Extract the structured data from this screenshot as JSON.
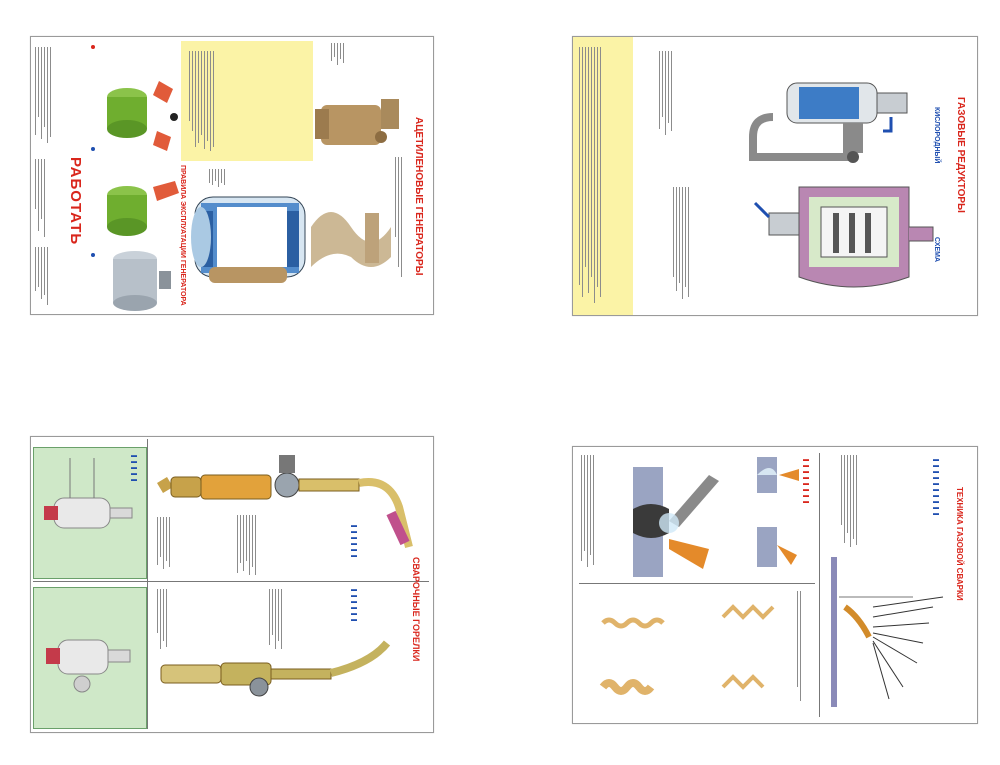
{
  "posters": [
    {
      "id": "acetylene-generator",
      "title": "АЦЕТИЛЕНОВЫЕ ГЕНЕРАТОРЫ",
      "side_title": "РАБОТАТЬ",
      "subtitle": "ПРАВИЛА ЭКСПЛУАТАЦИИ ГЕНЕРАТОРА",
      "colors": {
        "accent_red": "#d9261c",
        "panel_yellow": "#fbf3a6",
        "drum_green": "#6fae2f",
        "tank_blue": "#3d7cc6",
        "bronze": "#b89563"
      }
    },
    {
      "id": "pressure-reducer",
      "title": "ГАЗОВЫЕ РЕДУКТОРЫ",
      "label_1": "КИСЛОРОДНЫЙ",
      "label_2": "СХЕМА",
      "colors": {
        "accent_red": "#d9261c",
        "accent_blue": "#1f4fb0",
        "body_purple": "#b987b2",
        "panel_yellow": "#fbf3a6"
      }
    },
    {
      "id": "welding-torch",
      "title": "СВАРОЧНЫЕ ГОРЕЛКИ",
      "colors": {
        "accent_red": "#d9261c",
        "panel_green": "#cfe8c8",
        "brass": "#c7a24a",
        "tip_pink": "#c0508c"
      }
    },
    {
      "id": "weld-seam",
      "title": "ТЕХНИКА ГАЗОВОЙ СВАРКИ",
      "colors": {
        "accent_red": "#d9261c",
        "accent_blue": "#1f4fb0",
        "accent_green": "#3a9a3a",
        "flame_orange": "#e48a2a"
      }
    }
  ]
}
